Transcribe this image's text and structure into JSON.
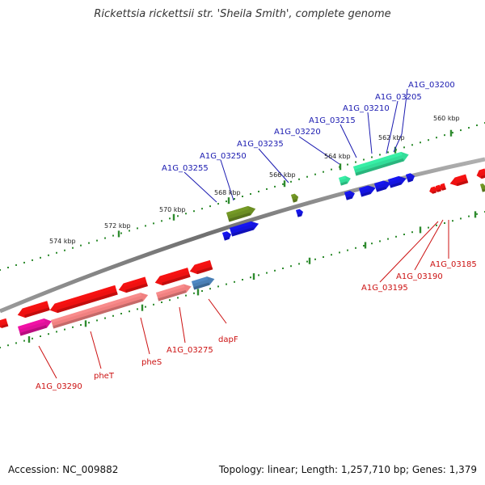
{
  "title": "Rickettsia rickettsii str. 'Sheila Smith', complete genome",
  "footer": {
    "accession": "Accession: NC_009882",
    "topology": "Topology: linear; Length: 1,257,710 bp; Genes: 1,379"
  },
  "colors": {
    "backbone": "#808080",
    "tick": "#2e8b2e",
    "label_top": "#1a1ab0",
    "label_bottom": "#cc1111",
    "red": "#ee1111",
    "pink": "#f08080",
    "magenta": "#e0109a",
    "green": "#6b8e23",
    "teal": "#33dd99",
    "blue": "#1414e0",
    "steel": "#4a7fb5"
  },
  "scale_labels": [
    "560 kbp",
    "562 kbp",
    "564 kbp",
    "566 kbp",
    "568 kbp",
    "570 kbp",
    "572 kbp",
    "574 kbp"
  ],
  "top_labels": [
    "A1G_03200",
    "A1G_03205",
    "A1G_03210",
    "A1G_03215",
    "A1G_03220",
    "A1G_03235",
    "A1G_03250",
    "A1G_03255"
  ],
  "bottom_labels": [
    "A1G_03185",
    "A1G_03190",
    "A1G_03195",
    "dapF",
    "A1G_03275",
    "pheS",
    "pheT",
    "A1G_03290"
  ]
}
